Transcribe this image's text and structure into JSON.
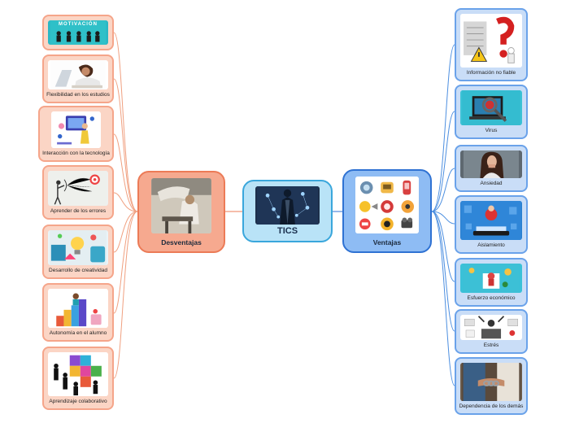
{
  "center": {
    "label": "TICS"
  },
  "left": {
    "label": "Desventajas",
    "items": [
      {
        "label": "",
        "banner": "MOTIVACIÓN"
      },
      {
        "label": "Flexibilidad en los estudios"
      },
      {
        "label": "Interacción con la tecnología"
      },
      {
        "label": "Aprender de los errores"
      },
      {
        "label": "Desarrollo de creatividad"
      },
      {
        "label": "Autonomía en el alumno"
      },
      {
        "label": "Aprendizaje colaborativo"
      }
    ]
  },
  "right": {
    "label": "Ventajas",
    "items": [
      {
        "label": "Información no fiable"
      },
      {
        "label": "Virus"
      },
      {
        "label": "Ansiedad"
      },
      {
        "label": "Aislamiento"
      },
      {
        "label": "Esfuerzo económico"
      },
      {
        "label": "Estrés"
      },
      {
        "label": "Dependencia de los demás"
      }
    ]
  },
  "colors": {
    "left_fill": "#fbd5c5",
    "left_border": "#f5a58a",
    "right_fill": "#c9ddf7",
    "right_border": "#6aa2ea",
    "center_fill": "#b9e3f7",
    "center_border": "#3aa7dc"
  }
}
